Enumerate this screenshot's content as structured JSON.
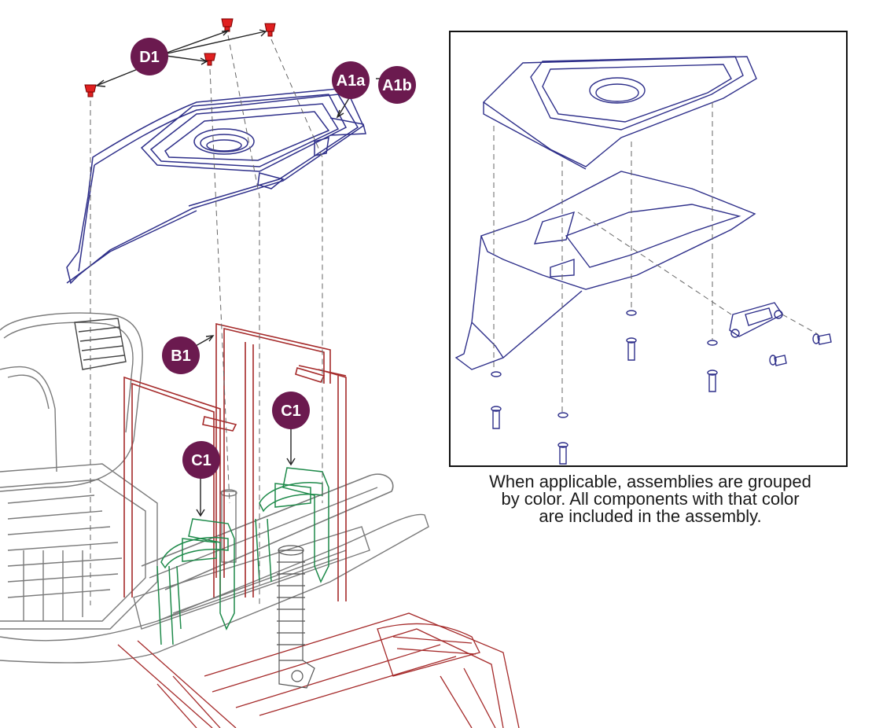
{
  "callouts": {
    "d1": "D1",
    "a1a": "A1a",
    "a1b": "A1b",
    "b1": "B1",
    "c1_right": "C1",
    "c1_left": "C1"
  },
  "note": {
    "line1": "When applicable, assemblies are grouped",
    "line2": "by color. All components with that color",
    "line3": "are included in the assembly."
  },
  "colors": {
    "callout_fill": "#6b1a4f",
    "assembly_a_blue": "#2e2f8a",
    "assembly_b_red": "#a52a2a",
    "assembly_c_green": "#1e8a4a",
    "assembly_d_red_cap": "#e02020",
    "frame_gray": "#7a7a7a"
  }
}
